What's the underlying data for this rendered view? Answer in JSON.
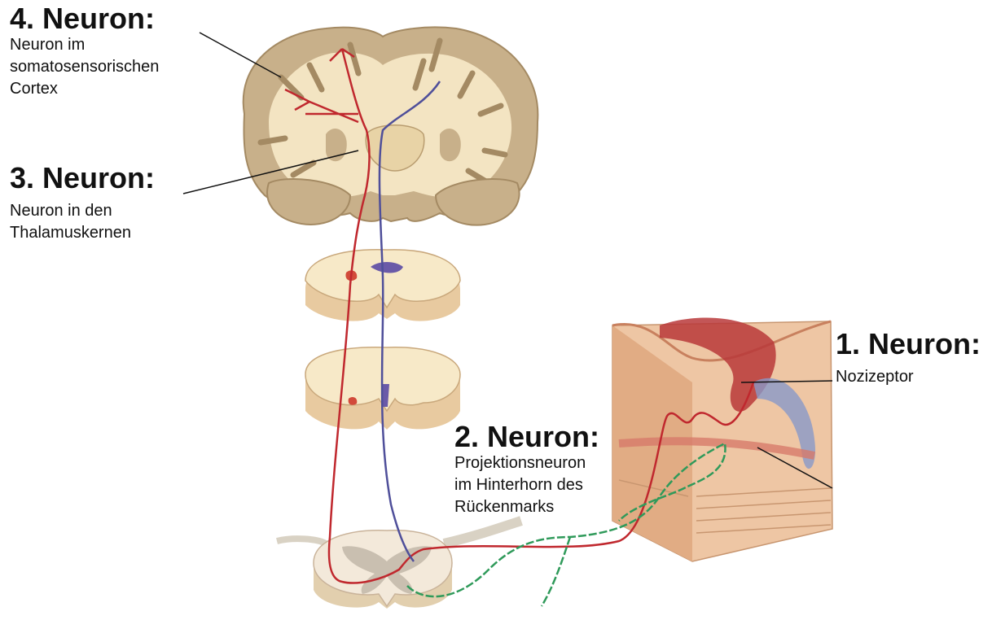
{
  "labels": {
    "neuron4": {
      "heading": "4. Neuron:",
      "lines": [
        "Neuron im",
        "somatosensorischen",
        "Cortex"
      ]
    },
    "neuron3": {
      "heading": "3. Neuron:",
      "lines": [
        "Neuron in den",
        "Thalamuskernen"
      ]
    },
    "neuron2": {
      "heading": "2. Neuron:",
      "lines": [
        "Projektionsneuron",
        "im Hinterhorn des",
        "Rückenmarks"
      ]
    },
    "neuron1": {
      "heading": "1. Neuron:",
      "lines": [
        "Nozizeptor"
      ]
    }
  },
  "colors": {
    "brain_cortex": "#c8b08a",
    "brain_white_matter": "#f3e4c2",
    "spinal_section": "#f7e9c8",
    "skin": "#eec6a4",
    "pain_path_red": "#c0282e",
    "descending_blue": "#4f4f9a",
    "nociceptor_green": "#2f9a5a",
    "leader_line": "#111111"
  }
}
